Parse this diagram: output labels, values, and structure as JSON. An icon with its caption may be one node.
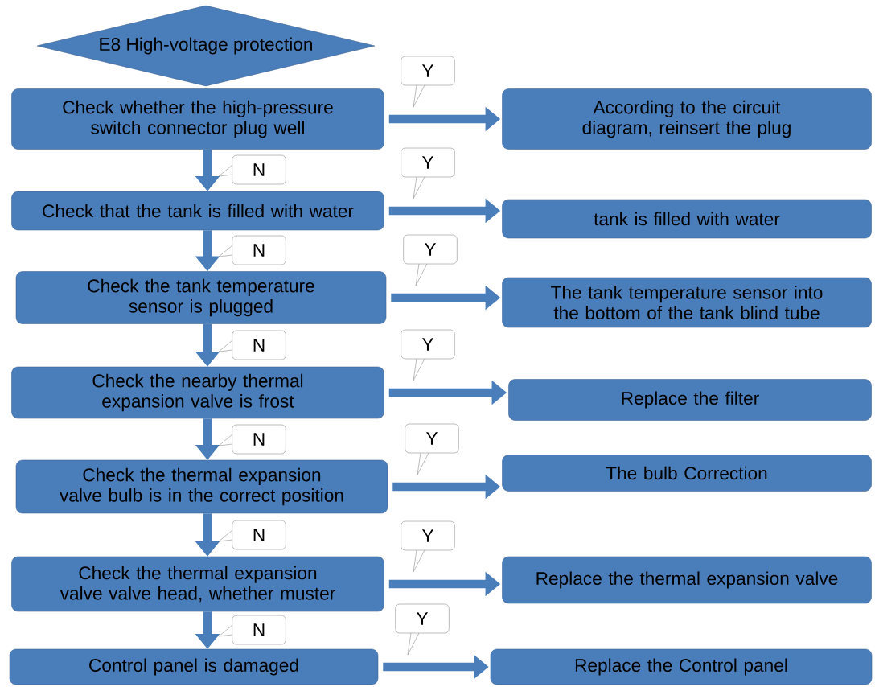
{
  "diagram": {
    "nodes": [
      {
        "text": [
          "E8  High-voltage protection"
        ]
      },
      {
        "text": [
          "Check whether the high-pressure switch connector plug well"
        ]
      },
      {
        "text": [
          "According to the circuit diagram, reinsert the plug"
        ]
      },
      {
        "text": [
          "Check that the tank is filled with water"
        ]
      },
      {
        "text": [
          "tank is filled with water"
        ]
      },
      {
        "text": [
          "Check the tank temperature sensor is plugged"
        ]
      },
      {
        "text": [
          "The tank temperature sensor into the bottom of the tank blind tube"
        ]
      },
      {
        "text": [
          "Check the nearby thermal expansion valve is frost"
        ]
      },
      {
        "text": [
          "Replace the filter"
        ]
      },
      {
        "text": [
          "Check the thermal expansion valve bulb is in the correct position"
        ]
      },
      {
        "text": [
          "The bulb Correction"
        ]
      },
      {
        "text": [
          "Check the thermal expansion valve valve head, whether muster"
        ]
      },
      {
        "text": [
          "Replace the thermal expansion valve"
        ]
      },
      {
        "text": [
          "Control panel is damaged"
        ]
      },
      {
        "text": [
          "Replace the Control panel"
        ]
      }
    ],
    "edges": [
      {
        "from": 1,
        "to": 2,
        "arrow": "to",
        "label": "Y"
      },
      {
        "from": 1,
        "to": 3,
        "arrow": "to",
        "label": "N"
      },
      {
        "from": 3,
        "to": 4,
        "arrow": "to",
        "label": "Y"
      },
      {
        "from": 3,
        "to": 5,
        "arrow": "to",
        "label": "N"
      },
      {
        "from": 5,
        "to": 6,
        "arrow": "to",
        "label": "Y"
      },
      {
        "from": 5,
        "to": 7,
        "arrow": "to",
        "label": "N"
      },
      {
        "from": 7,
        "to": 8,
        "arrow": "to",
        "label": "Y"
      },
      {
        "from": 7,
        "to": 9,
        "arrow": "to",
        "label": "N"
      },
      {
        "from": 9,
        "to": 10,
        "arrow": "to",
        "label": "Y"
      },
      {
        "from": 9,
        "to": 11,
        "arrow": "to",
        "label": "N"
      },
      {
        "from": 11,
        "to": 12,
        "arrow": "to",
        "label": "Y"
      },
      {
        "from": 11,
        "to": 13,
        "arrow": "to",
        "label": "N"
      },
      {
        "from": 13,
        "to": 14,
        "arrow": "to",
        "label": "Y"
      }
    ]
  }
}
